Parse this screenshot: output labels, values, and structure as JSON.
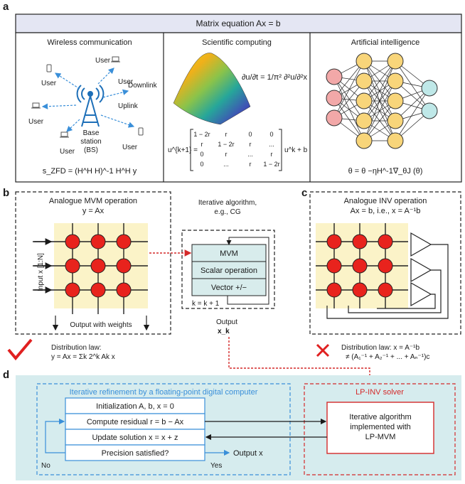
{
  "panels": {
    "a": {
      "label": "a",
      "header": "Matrix equation Ax = b",
      "wireless": {
        "title": "Wireless communication",
        "users": [
          "User",
          "User",
          "User",
          "User",
          "User",
          "User"
        ],
        "downlink": "Downlink",
        "uplink": "Uplink",
        "base1": "Base",
        "base2": "station",
        "base3": "(BS)",
        "formula": "s_ZFD = (H^H H)^-1 H^H y"
      },
      "scientific": {
        "title": "Scientific computing",
        "pde": "∂u/∂t = 1/π² ∂²u/∂²x",
        "matrix_rows": [
          [
            "1 − 2r",
            "r",
            "0",
            "0"
          ],
          [
            "r",
            "1 − 2r",
            "r",
            "..."
          ],
          [
            "0",
            "r",
            "...",
            "r"
          ],
          [
            "0",
            "...",
            "r",
            "1 − 2r"
          ]
        ],
        "lhs": "u^{k+1} =",
        "rhs": "u^k + b"
      },
      "ai": {
        "title": "Artificial intelligence",
        "formula": "θ = θ −ηH^-1∇_θJ (θ)"
      }
    },
    "b": {
      "label": "b",
      "title": "Analogue MVM operation",
      "eq": "y = Ax",
      "input_label": "Input x [1:N]",
      "output_label": "Output with weights",
      "dist_title": "Distribution law:",
      "dist_eq": "y = Ax = Σk 2^k Ak x"
    },
    "iterative": {
      "title1": "Iterative algorithm,",
      "title2": "e.g., CG",
      "steps": [
        "MVM",
        "Scalar operation",
        "Vector +/−"
      ],
      "counter": "k = k + 1",
      "output1": "Output",
      "output2": "x_k"
    },
    "c": {
      "label": "c",
      "title": "Analogue INV operation",
      "eq": "Ax = b, i.e., x = A⁻¹b",
      "dist_title": "Distribution law: x = A⁻¹b",
      "dist_eq": "≠ (A₁⁻¹ + A₂⁻¹ + ... + Aₙ⁻¹)c"
    },
    "d": {
      "label": "d",
      "refine_title": "Iterative refinement by a floating-point digital computer",
      "steps": [
        "Initialization A, b, x = 0",
        "Compute residual r = b − Ax",
        "Update solution x = x + z",
        "Precision satisfied?"
      ],
      "no": "No",
      "yes": "Yes",
      "output": "Output x",
      "solver_title": "LP-INV solver",
      "solver_box1": "Iterative algorithm",
      "solver_box2": "implemented with",
      "solver_box3": "LP-MVM"
    }
  },
  "colors": {
    "header_bg": "#e4e6f3",
    "grid_bg": "#fbf3c8",
    "node_red": "#e8231d",
    "step_bg": "#d8ecec",
    "refine_blue": "#3a8fd9",
    "solver_red": "#d42a2a",
    "d_bg": "#d6ecee",
    "nn_pink": "#f2a8a8",
    "nn_yellow": "#f8d57a",
    "nn_cyan": "#bfe8e8"
  }
}
